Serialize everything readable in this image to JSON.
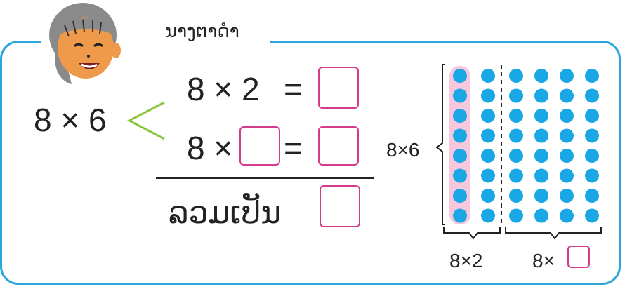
{
  "title": "ນາງຕາດຳ",
  "expression": {
    "left": "8 × 6"
  },
  "rows": [
    {
      "text": "8 × 2",
      "equals": "="
    },
    {
      "text": "8 ×",
      "equals": "="
    }
  ],
  "total_label": "ລວມເປັນ",
  "diagram": {
    "side_label": "8×6",
    "bottom_left_label": "8×2",
    "bottom_right_label": "8×",
    "rows": 8,
    "cols": 6,
    "dot_color": "#1aa7e6",
    "highlight_color": "#f6c7dd"
  },
  "colors": {
    "frame": "#2aa6dd",
    "box": "#d63a8c",
    "chevron": "#8cc63f"
  }
}
